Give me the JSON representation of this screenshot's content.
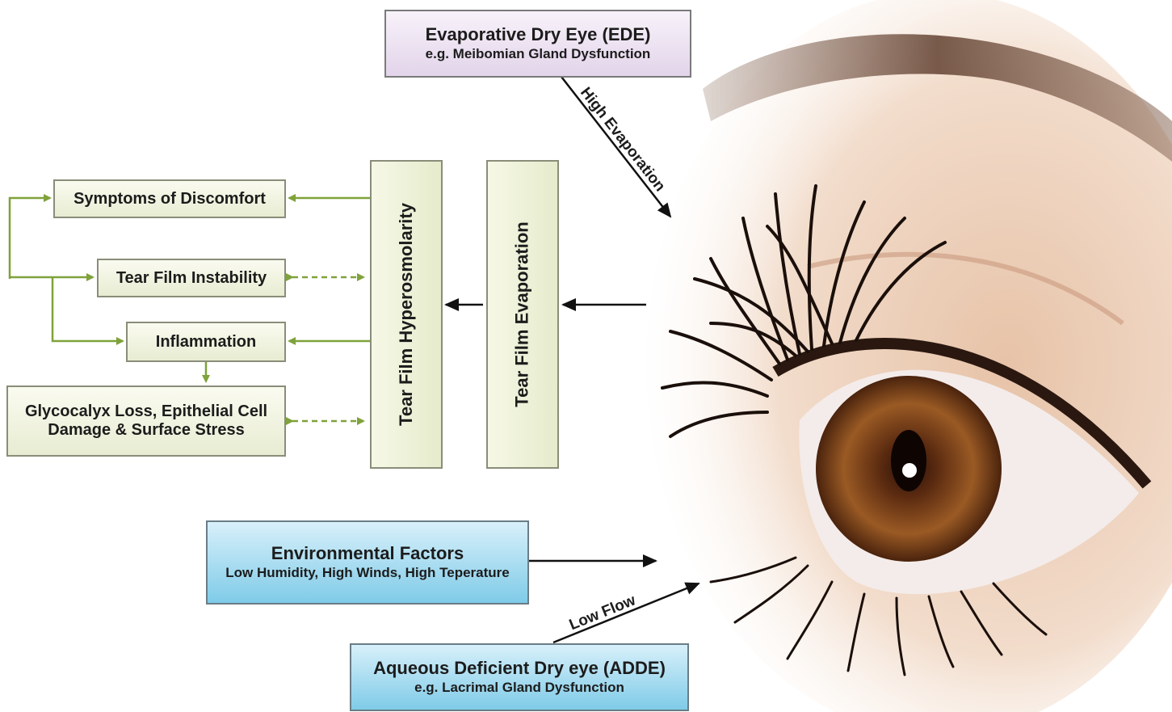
{
  "ede": {
    "title": "Evaporative Dry Eye (EDE)",
    "subtitle": "e.g. Meibomian Gland Dysfunction"
  },
  "labels": {
    "high_evaporation": "High Evaporation",
    "low_flow": "Low Flow"
  },
  "evaporation_box": "Tear Film Evaporation",
  "hyperosmolarity_box": "Tear Film Hyperosmolarity",
  "effects": {
    "symptoms": "Symptoms of Discomfort",
    "instability": "Tear Film Instability",
    "inflammation": "Inflammation",
    "glycocalyx_line1": "Glycocalyx Loss, Epithelial Cell",
    "glycocalyx_line2": "Damage & Surface Stress"
  },
  "environment": {
    "title": "Environmental Factors",
    "subtitle": "Low Humidity, High Winds, High Teperature"
  },
  "adde": {
    "title": "Aqueous Deficient Dry eye (ADDE)",
    "subtitle": "e.g. Lacrimal Gland Dysfunction"
  },
  "colors": {
    "green_arrow": "#7fa23a",
    "dark_arrow": "#111111",
    "blue_box": "#7fcbe8",
    "purple_box": "#e2d4ea",
    "iris": "#8a4a1c"
  }
}
